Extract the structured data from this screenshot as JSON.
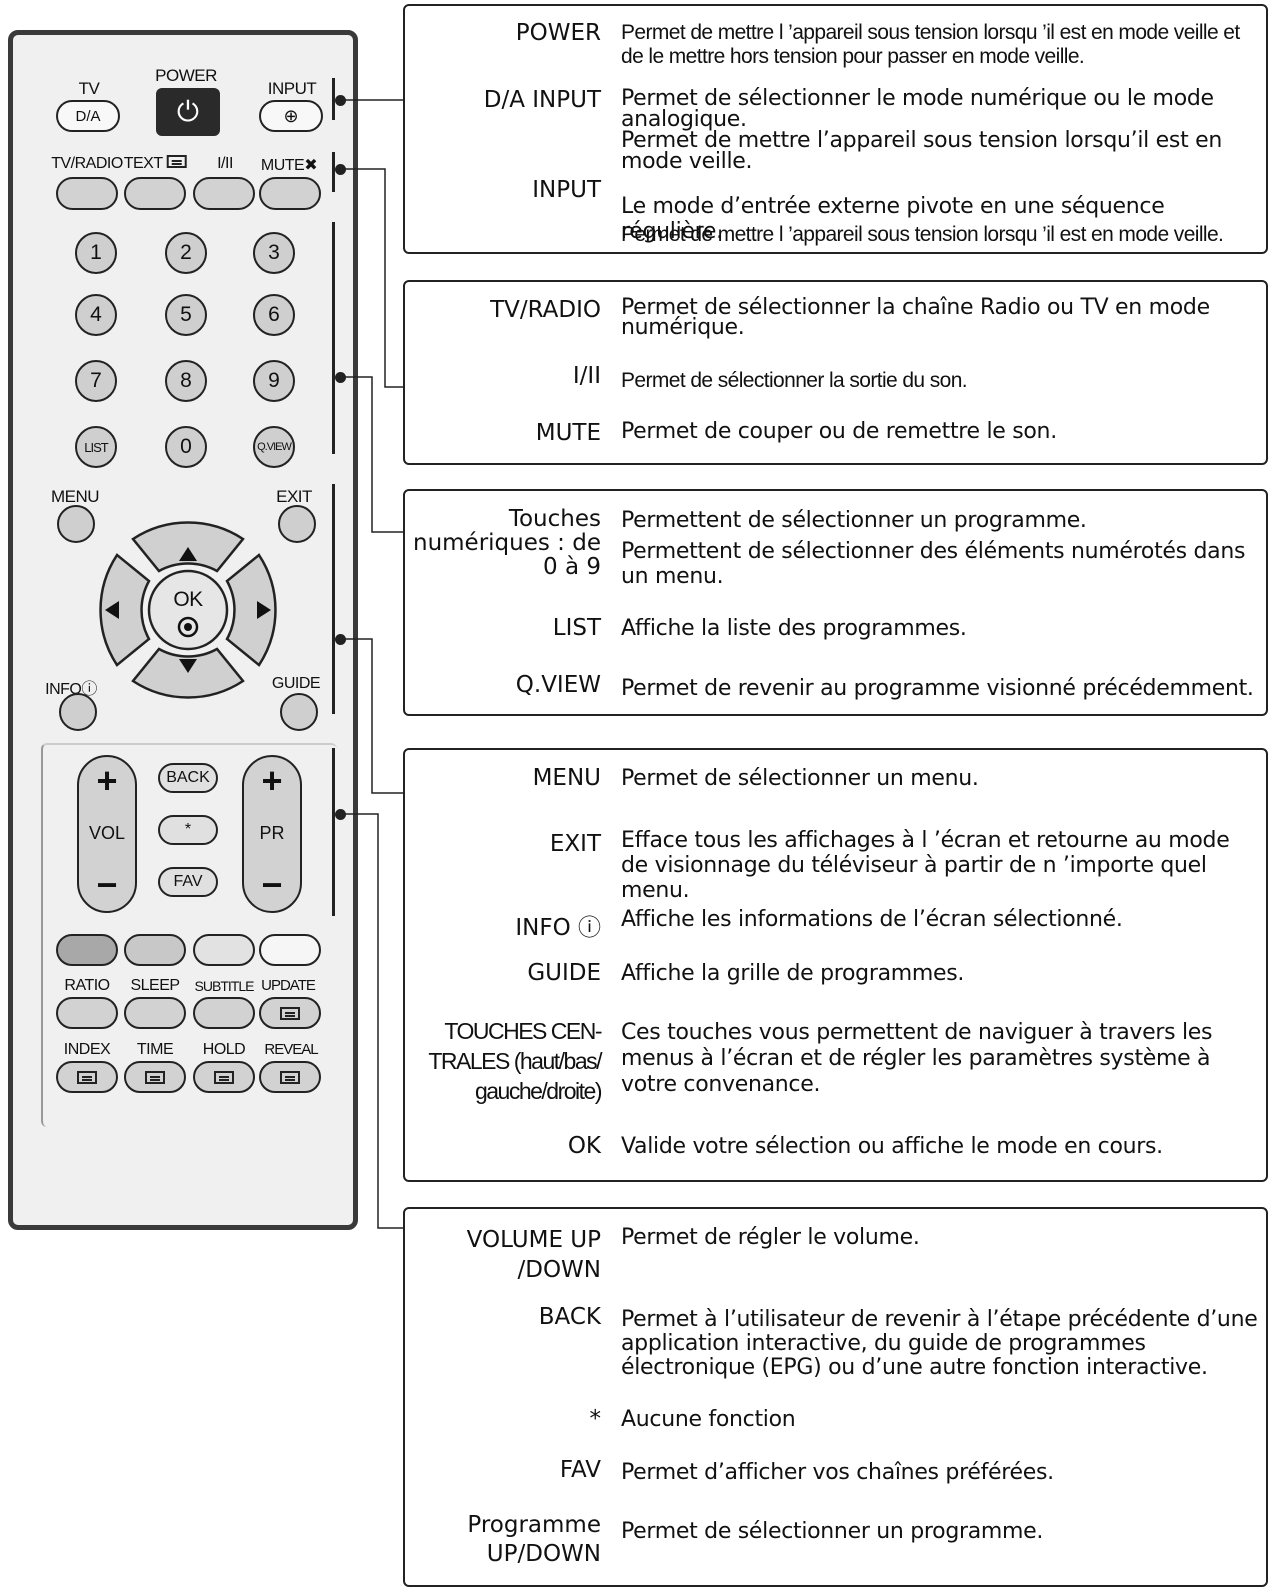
{
  "remote": {
    "tv_label": "TV",
    "da_label": "D/A",
    "power_label": "POWER",
    "input_label": "INPUT",
    "row2_labels": [
      "TV/RADIO",
      "TEXT",
      "I/II",
      "MUTE"
    ],
    "numbers": [
      "1",
      "2",
      "3",
      "4",
      "5",
      "6",
      "7",
      "8",
      "9",
      "LIST",
      "0",
      "Q.VIEW"
    ],
    "menu_label": "MENU",
    "exit_label": "EXIT",
    "ok_label": "OK",
    "info_label": "INFO",
    "guide_label": "GUIDE",
    "vol_label": "VOL",
    "pr_label": "PR",
    "back_label": "BACK",
    "star_label": "*",
    "fav_label": "FAV",
    "color_row_labels": [
      "RATIO",
      "SLEEP",
      "SUBTITLE",
      "UPDATE"
    ],
    "teletext_labels": [
      "INDEX",
      "TIME",
      "HOLD",
      "REVEAL"
    ]
  },
  "boxes": [
    {
      "items": [
        {
          "key": "POWER",
          "desc": "Permet de mettre l ’appareil sous tension lorsqu ’il est en mode veille et de le mettre hors tension pour passer en mode veille."
        },
        {
          "key": "D/A INPUT",
          "desc": "Permet de sélectionner le mode numérique ou le mode analogique.\nPermet de mettre l’appareil sous tension lorsqu’il est en mode veille."
        },
        {
          "key": "INPUT",
          "desc": "Le mode d’entrée externe pivote en une séquence régulière.",
          "desc2": "Permet de mettre l ’appareil sous tension lorsqu ’il est en mode veille."
        }
      ]
    },
    {
      "items": [
        {
          "key": "TV/RADIO",
          "desc": "Permet de sélectionner la chaîne Radio ou TV en mode numérique."
        },
        {
          "key": "I/II",
          "desc": "Permet de sélectionner la sortie du son."
        },
        {
          "key": "MUTE",
          "desc": "Permet de couper ou de remettre le son."
        }
      ]
    },
    {
      "items": [
        {
          "key": "Touches\nnumériques : de\n0 à 9",
          "desc": "Permettent de sélectionner un programme.",
          "desc2": "Permettent de sélectionner des éléments numérotés dans un menu."
        },
        {
          "key": "LIST",
          "desc": "Affiche la liste des programmes."
        },
        {
          "key": "Q.VIEW",
          "desc": "Permet de revenir au programme visionné précédemment."
        }
      ]
    },
    {
      "items": [
        {
          "key": "MENU",
          "desc": "Permet de sélectionner un menu."
        },
        {
          "key": "EXIT",
          "desc": "Efface tous les affichages à l ’écran et retourne au mode de visionnage du téléviseur à partir de n ’importe quel menu."
        },
        {
          "key": "INFO ⓘ",
          "desc": "Affiche les informations de l’écran sélectionné."
        },
        {
          "key": "GUIDE",
          "desc": "Affiche la grille de programmes."
        },
        {
          "key": "TOUCHES CEN-\nTRALES (haut/bas/\ngauche/droite)",
          "desc": "Ces touches vous permettent de naviguer à travers les menus à l’écran et de régler les paramètres système à votre convenance."
        },
        {
          "key": "OK",
          "desc": "Valide votre sélection ou affiche le mode en cours."
        }
      ]
    },
    {
      "items": [
        {
          "key": "VOLUME UP\n/DOWN",
          "desc": "Permet de régler le volume."
        },
        {
          "key": "BACK",
          "desc": "Permet à l’utilisateur de revenir à l’étape précédente d’une application interactive, du guide de programmes électronique (EPG) ou d’une autre fonction interactive."
        },
        {
          "key": "*",
          "desc": "Aucune fonction"
        },
        {
          "key": "FAV",
          "desc": "Permet d’afficher vos chaînes préférées."
        },
        {
          "key": "Programme\nUP/DOWN",
          "desc": "Permet de sélectionner un programme."
        }
      ]
    }
  ]
}
